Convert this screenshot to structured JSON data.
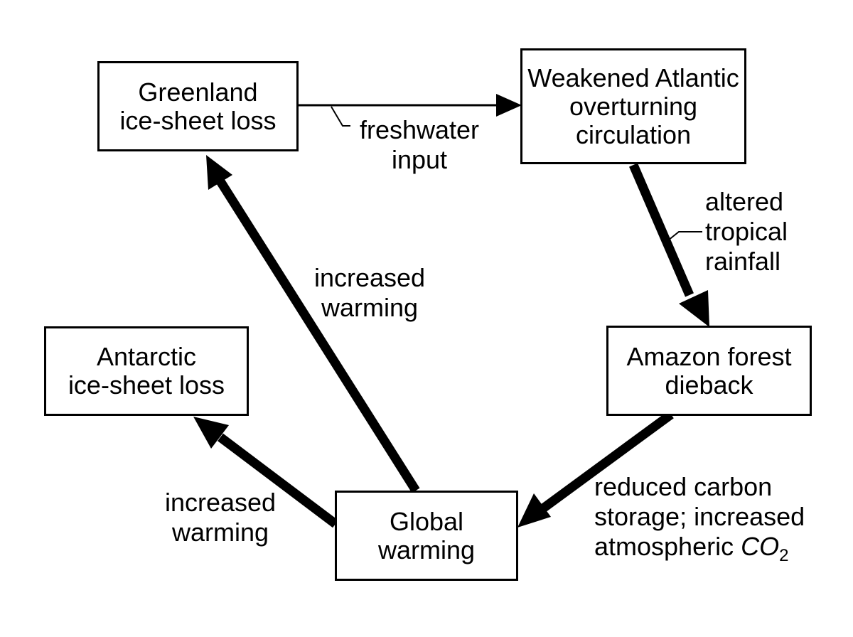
{
  "nodes": {
    "greenland": {
      "line1": "Greenland",
      "line2": "ice-sheet loss"
    },
    "amoc": {
      "line1": "Weakened Atlantic",
      "line2": "overturning",
      "line3": "circulation"
    },
    "antarctic": {
      "line1": "Antarctic",
      "line2": "ice-sheet loss"
    },
    "amazon": {
      "line1": "Amazon forest",
      "line2": "dieback"
    },
    "global": {
      "line1": "Global",
      "line2": "warming"
    }
  },
  "edges": {
    "freshwater": {
      "line1": "freshwater",
      "line2": "input"
    },
    "rainfall": {
      "line1": "altered",
      "line2": "tropical",
      "line3": "rainfall"
    },
    "warming_greenland": {
      "line1": "increased",
      "line2": "warming"
    },
    "warming_antarctic": {
      "line1": "increased",
      "line2": "warming"
    },
    "carbon": {
      "line1": "reduced carbon",
      "line2": "storage; increased",
      "line3_prefix": "atmospheric ",
      "line3_chem": "CO",
      "line3_sub": "2"
    }
  },
  "colors": {
    "stroke": "#000000",
    "background": "#ffffff"
  }
}
